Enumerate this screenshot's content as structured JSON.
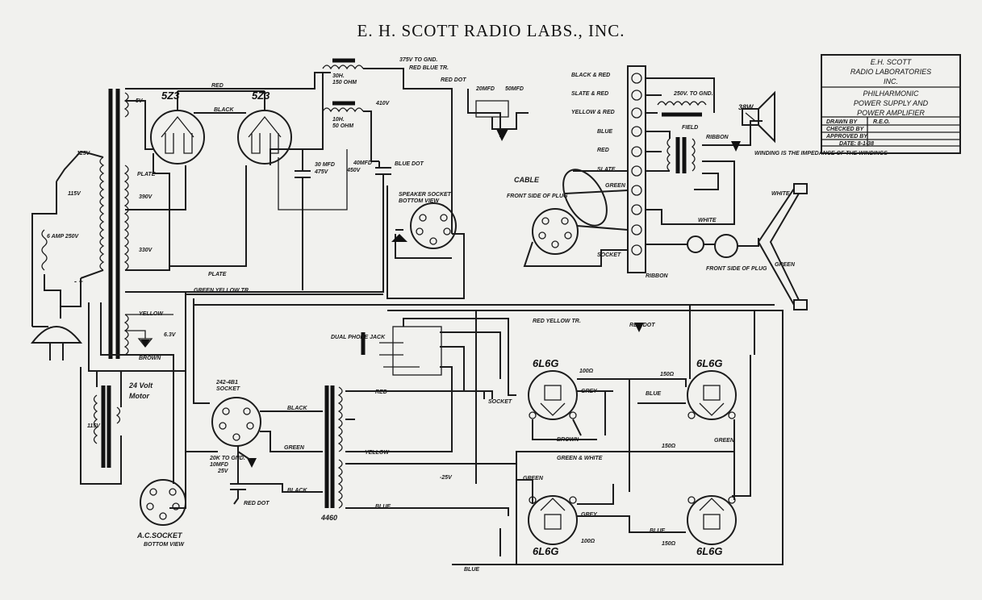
{
  "title": "E. H. SCOTT RADIO LABS., INC.",
  "title_block": {
    "company_1": "E.H. SCOTT",
    "company_2": "RADIO LABORATORIES",
    "company_3": "INC.",
    "drawing_1": "PHILHARMONIC",
    "drawing_2": "POWER SUPPLY AND",
    "drawing_3": "POWER AMPLIFIER",
    "drawn_label": "DRAWN BY",
    "drawn_value": "R.E.O.",
    "checked_label": "CHECKED BY",
    "checked_value": "",
    "approved_label": "APPROVED BY",
    "approved_value": "",
    "date": "DATE: 8-1-38"
  },
  "tubes": {
    "rectifier": "5Z3",
    "output": "6L6G"
  },
  "labels": {
    "v5": "5V",
    "plate": "PLATE",
    "v390": "390V",
    "v330": "330V",
    "v115": "115V",
    "v125": "125V",
    "yellow": "YELLOW",
    "v63": "6.3V",
    "brown": "BROWN",
    "red": "RED",
    "black": "BLACK",
    "blue": "BLUE",
    "slate": "SLATE",
    "green": "GREEN",
    "white": "WHITE",
    "grey": "GREY",
    "green_yellow_tr": "GREEN YELLOW TR.",
    "fuse": "6 AMP 250V",
    "minus_plus": "- +",
    "choke_30h": "30H.",
    "choke_150": "150 OHM",
    "choke_10h": "10H.",
    "choke_50": "50 OHM",
    "v375": "375V TO GND.",
    "red_blue_tr": "RED BLUE TR.",
    "v410": "410V",
    "cap_30mfd": "30 MFD",
    "v475": "475V",
    "cap_40mfd": "40MFD",
    "v450": "450V",
    "blue_dot": "BLUE DOT",
    "speaker_socket_1": "SPEAKER SOCKET",
    "speaker_socket_2": "BOTTOM VIEW",
    "red_dot": "RED DOT",
    "cap_20mfd": "20MFD",
    "cap_50mfd": "50MFD",
    "black_red": "BLACK & RED",
    "slate_red": "SLATE & RED",
    "yellow_red": "YELLOW & RED",
    "v250": "250V. TO GND.",
    "field": "FIELD",
    "ribbon": "RIBBON",
    "winding_note": "WINDING IS THE IMPEDANCE OF THE WINDINGS",
    "speaker_power": "38W",
    "socket": "SOCKET",
    "cable": "CABLE",
    "front_plug": "FRONT SIDE OF PLUG",
    "dual_jack": "DUAL PHONE JACK",
    "socket_242_1": "242-4B1",
    "socket_242_2": "SOCKET",
    "res_20k": "20K TO GND.",
    "cap_10mfd": "10MFD",
    "v25": "25V",
    "xfmr_4460": "4460",
    "res_100": "100Ω",
    "res_150": "150Ω",
    "red_yellow_tr": "RED YELLOW TR.",
    "minus_25v": "-25V",
    "green_white": "GREEN & WHITE",
    "volt_24": "24 Volt",
    "motor": "Motor",
    "ac_socket": "A.C.SOCKET",
    "bottom_view": "BOTTOM VIEW"
  }
}
